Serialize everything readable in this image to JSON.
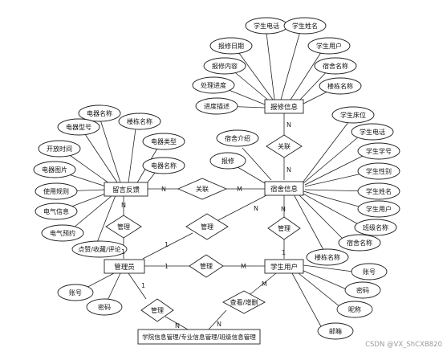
{
  "entities": {
    "repair": "报修信息",
    "dorm": "宿舍信息",
    "message": "留言反馈",
    "admin": "管理员",
    "student": "学生用户",
    "bottom": "学院信息管理/专业信息管理/班级信息管理"
  },
  "attributes": {
    "r_name": "学生姓名",
    "r_phone": "学生电话",
    "r_user": "学生用户",
    "r_date": "报修日期",
    "r_content": "报修内容",
    "r_dorm": "宿舍名称",
    "r_progress": "处理进度",
    "r_bname": "楼栋名称",
    "r_desc": "进度描述",
    "d_intro": "宿舍介绍",
    "d_repair": "报修",
    "d_bed": "学生床位",
    "d_phone": "学生电话",
    "d_no": "学生学号",
    "d_gender": "学生性别",
    "d_name": "学生姓名",
    "d_user": "学生用户",
    "d_class": "班级名称",
    "d_dorm": "宿舍名称",
    "d_bname": "楼栋名称",
    "m_name": "电器名称",
    "m_model": "电器型号",
    "m_bname": "楼栋名称",
    "m_open": "开放时间",
    "m_type": "电器类型",
    "m_img": "电器图片",
    "m_name2": "电器名称",
    "m_rules": "使用规则",
    "m_info": "电气信息",
    "m_reserve": "电气预约",
    "m_actions": "点赞/收藏/评论",
    "a_account": "账号",
    "a_pwd": "密码",
    "s_account": "账号",
    "s_pwd": "密码",
    "s_nick": "昵称",
    "s_email": "邮箱"
  },
  "relations": {
    "rel_top": "关联",
    "rel_msg_dorm": "关联",
    "rel_msg_admin": "管理",
    "rel_admin_dorm": "管理",
    "rel_dorm_student": "管理",
    "rel_admin_student": "管理",
    "rel_admin_bottom": "管理",
    "rel_student_bottom": "查看/增删"
  },
  "cardinalities": {
    "repair_top": "N",
    "dorm_top": "N",
    "msg_left": "N",
    "dorm_left": "M",
    "msg_down": "N",
    "admin_up": "1",
    "admin_dorm_admin": "1",
    "admin_dorm_dorm": "N",
    "dorm_down": "N",
    "student_up": "1",
    "admin_right": "1",
    "student_left": "M",
    "admin_low": "1",
    "bottom_left": "N",
    "student_low": "M",
    "bottom_right": "N"
  },
  "watermark": "CSDN @VX_ShCXB820"
}
